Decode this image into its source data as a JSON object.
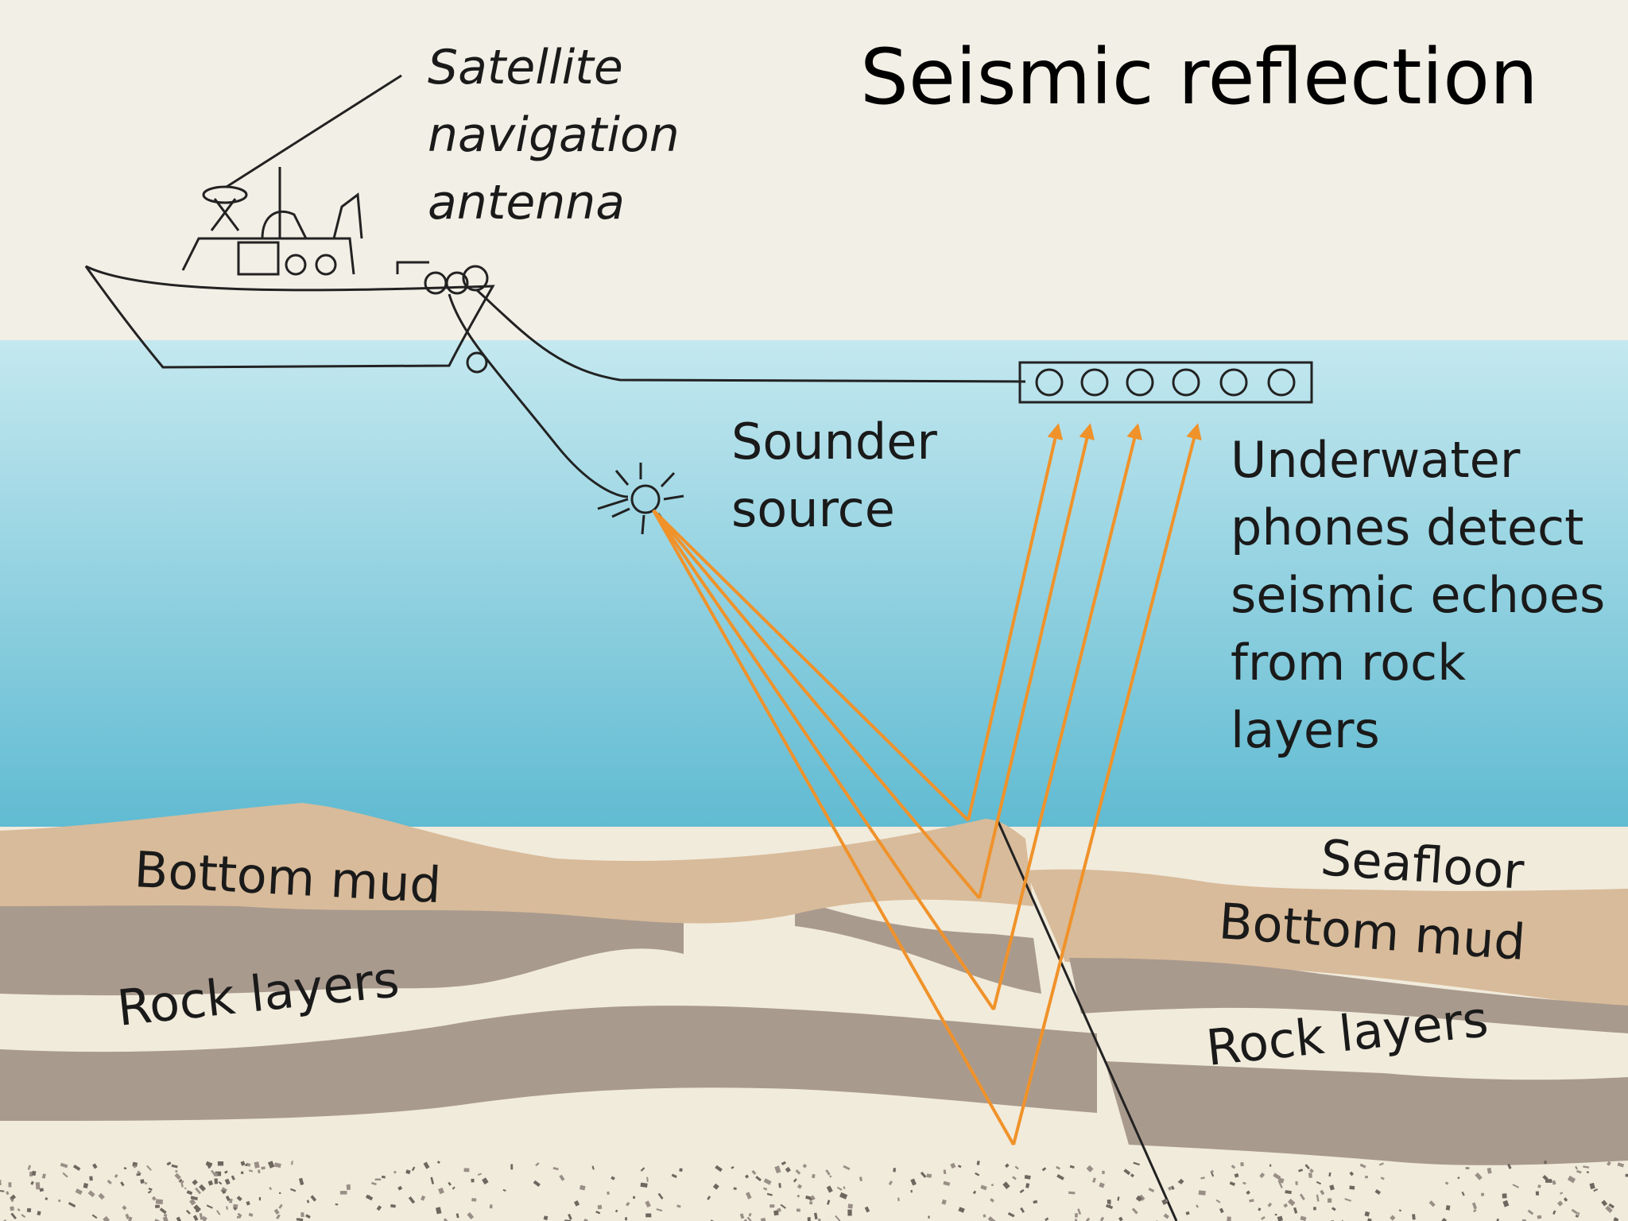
{
  "title": "Seismic reflection",
  "labels": {
    "antenna": [
      "Satellite",
      "navigation",
      "antenna"
    ],
    "sounder": [
      "Sounder",
      "source"
    ],
    "phones": [
      "Underwater",
      "phones detect",
      "seismic echoes",
      "from rock",
      "layers"
    ],
    "seafloor": "Seafloor",
    "bottom_mud_left": "Bottom mud",
    "bottom_mud_right": "Bottom mud",
    "rock_layers_left": "Rock layers",
    "rock_layers_right": "Rock layers"
  },
  "colors": {
    "sky": "#f2efe6",
    "water_top": "#c4e8ef",
    "water_bottom": "#4fb3cd",
    "mud": "#d8bb9a",
    "rock_dark": "#a99a8e",
    "rock_light": "#f1ebdc",
    "ray": "#f0922a"
  },
  "icons": [
    "boat-icon",
    "sounder-icon",
    "hydrophone-streamer-icon",
    "antenna-icon"
  ]
}
